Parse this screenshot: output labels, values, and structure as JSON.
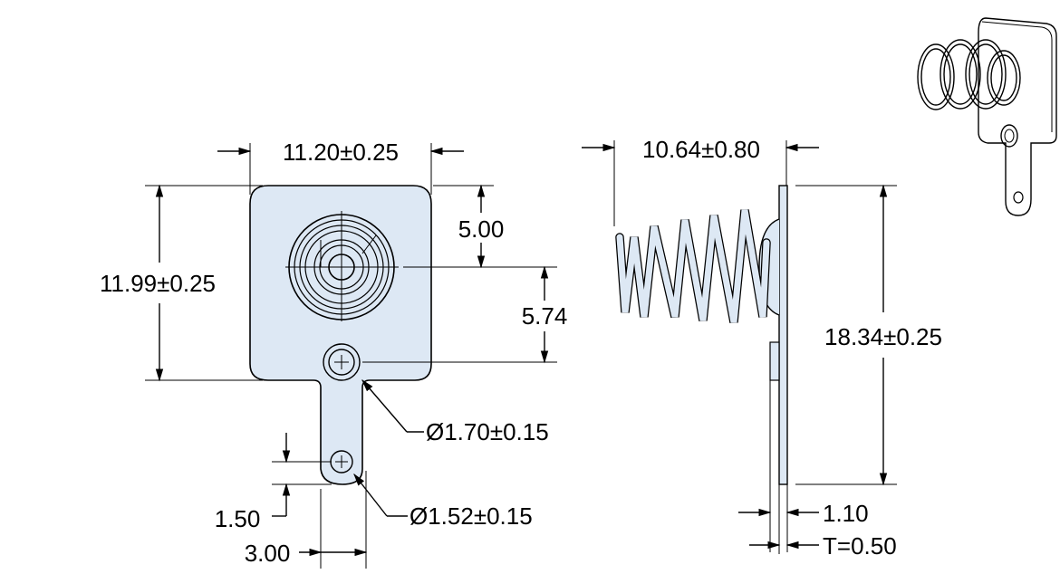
{
  "drawing": {
    "front_view": {
      "width_dim": "11.20±0.25",
      "height_dim": "11.99±0.25",
      "spring_offset_dim": "5.00",
      "hole_offset_dim": "5.74",
      "large_hole_dim": "Ø1.70±0.15",
      "small_hole_dim": "Ø1.52±0.15",
      "tab_hole_offset_dim": "1.50",
      "tab_width_dim": "3.00"
    },
    "side_view": {
      "spring_length_dim": "10.64±0.80",
      "total_height_dim": "18.34±0.25",
      "offset_dim": "1.10",
      "thickness_dim": "T=0.50"
    },
    "colors": {
      "part_fill": "#dde8f4",
      "line": "#000000"
    }
  }
}
